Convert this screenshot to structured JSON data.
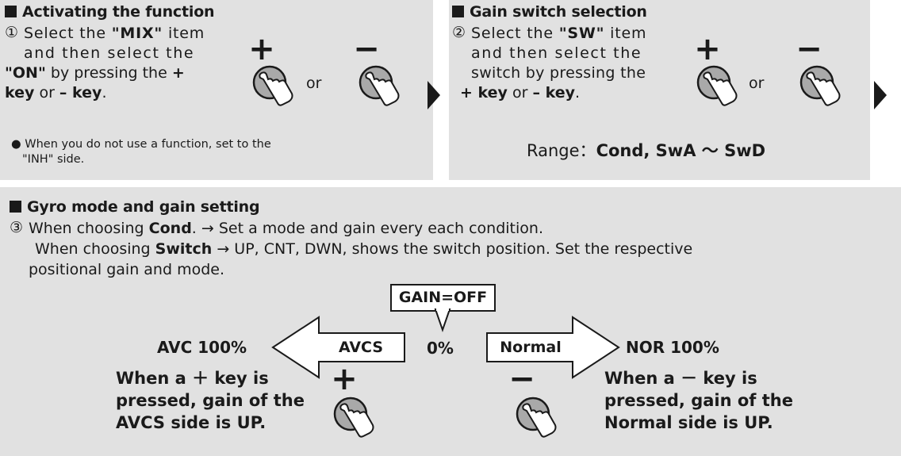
{
  "section1": {
    "heading": "Activating the function",
    "step_num": "①",
    "step_lines": [
      {
        "a": "Select the ",
        "b": "\"MIX\"",
        "c": " item"
      },
      {
        "a": "and then select the",
        "b": "",
        "c": ""
      },
      {
        "a": "",
        "b": "\"ON\"",
        "c": " by pressing the "
      },
      {
        "a": "",
        "b": "key",
        "c": " or "
      }
    ],
    "plus_word": "+",
    "minus_word": "– key",
    "period": ".",
    "plus_symbol": "+",
    "minus_symbol": "−",
    "or_text": "or",
    "note_bullet": "●",
    "note_line1": "When you do not use a function, set to the",
    "note_line2": "\"INH\" side."
  },
  "section2": {
    "heading": "Gain switch selection",
    "step_num": "②",
    "line1a": "Select the ",
    "line1b": "\"SW\"",
    "line1c": " item",
    "line2": "and then select the",
    "line3": "switch by pressing the",
    "line4a": "+ key",
    "line4b": " or ",
    "line4c": "– key",
    "line4d": ".",
    "plus_symbol": "+",
    "minus_symbol": "−",
    "or_text": "or",
    "range_label": "Range：",
    "range_value": "Cond, SwA ～ SwD"
  },
  "section3": {
    "heading": "Gyro mode and gain setting",
    "step_num": "③",
    "line1a": "When choosing ",
    "line1b": "Cond",
    "line1c": ". → Set a mode and gain every each condition.",
    "line2a": "When choosing ",
    "line2b": "Switch",
    "line2c": " → UP, CNT, DWN, shows the switch position. Set the respective",
    "line3": "positional gain and mode.",
    "gain_off": "GAIN=OFF",
    "center_value": "0%",
    "avcs_label": "AVCS",
    "normal_label": "Normal",
    "left_value": "AVC  100%",
    "right_value": "NOR  100%",
    "plus_symbol": "+",
    "minus_symbol": "−",
    "left_desc": [
      "When a ＋ key is",
      "pressed, gain of the",
      "AVCS side is UP."
    ],
    "right_desc": [
      "When a － key is",
      "pressed, gain of the",
      "Normal side is UP."
    ]
  },
  "colors": {
    "panel": "#e1e1e1",
    "text": "#1a1a1a",
    "button": "#a9a9a9"
  }
}
